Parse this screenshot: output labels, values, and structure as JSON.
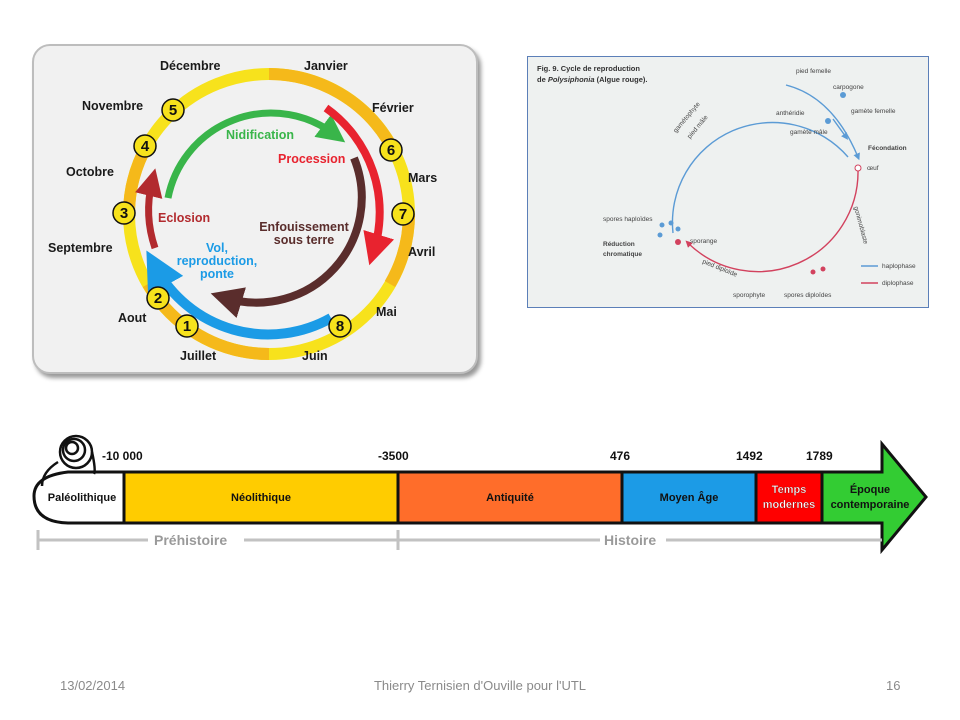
{
  "cycle_diagram": {
    "months": [
      "Janvier",
      "Février",
      "Mars",
      "Avril",
      "Mai",
      "Juin",
      "Juillet",
      "Aout",
      "Septembre",
      "Octobre",
      "Novembre",
      "Décembre"
    ],
    "stage_numbers": [
      "1",
      "2",
      "3",
      "4",
      "5",
      "6",
      "7",
      "8"
    ],
    "stages": {
      "nidification": "Nidification",
      "procession": "Procession",
      "enfouissement_1": "Enfouissement",
      "enfouissement_2": "sous terre",
      "vol_1": "Vol,",
      "vol_2": "reproduction,",
      "vol_3": "ponte",
      "eclosion": "Eclosion"
    },
    "colors": {
      "ring_yellow": "#f7e21c",
      "ring_orange": "#f5b91a",
      "green": "#39b54a",
      "red": "#e8232f",
      "brown": "#5a2d2c",
      "blue": "#1b9be6",
      "dark_red": "#b22a2e"
    }
  },
  "alga_cycle": {
    "caption_1": "Fig. 9. Cycle de reproduction",
    "caption_2_prefix": "de ",
    "caption_2_species": "Polysiphonia",
    "caption_2_suffix": " (Algue rouge).",
    "labels": {
      "pied_femelle": "pied femelle",
      "carpogone": "carpogone",
      "antheridie": "anthéridie",
      "gamete_femelle": "gamète femelle",
      "gamete_male": "gamète mâle",
      "fecondation": "Fécondation",
      "oeuf": "œuf",
      "gametophyte": "gamétophyte",
      "pied_male": "pied mâle",
      "spores_haploides": "spores haploïdes",
      "sporange": "sporange",
      "reduction_1": "Réduction",
      "reduction_2": "chromatique",
      "gonimoblaste": "gonimoblaste",
      "pied_diploide": "pied diploïde",
      "sporophyte": "sporophyte",
      "spores_diploides": "spores diploïdes",
      "haplophase": "haplophase",
      "diplophase": "diplophase"
    },
    "colors": {
      "haplophase": "#5b9bd5",
      "diplophase": "#d2425e"
    }
  },
  "timeline": {
    "dates": [
      "-10 000",
      "-3500",
      "476",
      "1492",
      "1789"
    ],
    "periods": {
      "paleolithique": "Paléolithique",
      "neolithique": "Néolithique",
      "antiquite": "Antiquité",
      "moyen_age": "Moyen Âge",
      "temps_1": "Temps",
      "temps_2": "modernes",
      "epoque_1": "Époque",
      "epoque_2": "contemporaine"
    },
    "eras": {
      "prehistoire": "Préhistoire",
      "histoire": "Histoire"
    },
    "colors": {
      "neolithique": "#ffcc00",
      "antiquite": "#ff6d2a",
      "moyen_age": "#1c9be6",
      "temps_modernes": "#ff0000",
      "contemporaine": "#33cc33"
    }
  },
  "footer": {
    "date": "13/02/2014",
    "author": "Thierry Ternisien d'Ouville pour l'UTL",
    "page": "16"
  }
}
